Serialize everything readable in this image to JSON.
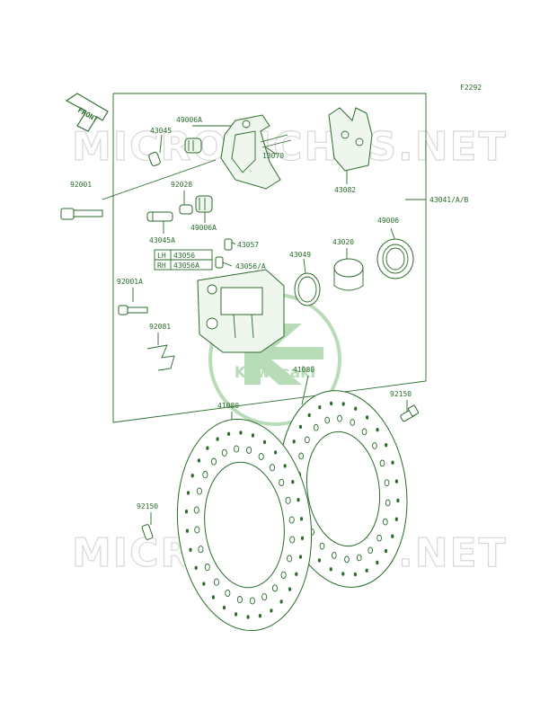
{
  "figure_code": "F2292",
  "front_arrow_label": "FRONT",
  "brand_logo_text": "Kawasaki",
  "watermark_text": "MICROFICHES.NET",
  "colors": {
    "line": "#2a6b2a",
    "watermark": "#d8d8d8",
    "logo": "#b8dcb8"
  },
  "part_labels": {
    "p43045": "43045",
    "p49006A_top": "49006A",
    "p13070": "13070",
    "p43082": "43082",
    "p92001": "92001",
    "p92028": "92028",
    "p43041": "43041/A/B",
    "p43045A": "43045A",
    "p49006A_mid": "49006A",
    "p43057": "43057",
    "p49006": "49006",
    "p43020": "43020",
    "p43049": "43049",
    "p43056A": "43056/A",
    "p92001A": "92001A",
    "p92081": "92081",
    "p41080_right": "41080",
    "p41080_left": "41080",
    "p92150_right": "92150",
    "p92150_left": "92150"
  },
  "lh_rh_table": [
    {
      "side": "LH",
      "part": "43056"
    },
    {
      "side": "RH",
      "part": "43056A"
    }
  ]
}
